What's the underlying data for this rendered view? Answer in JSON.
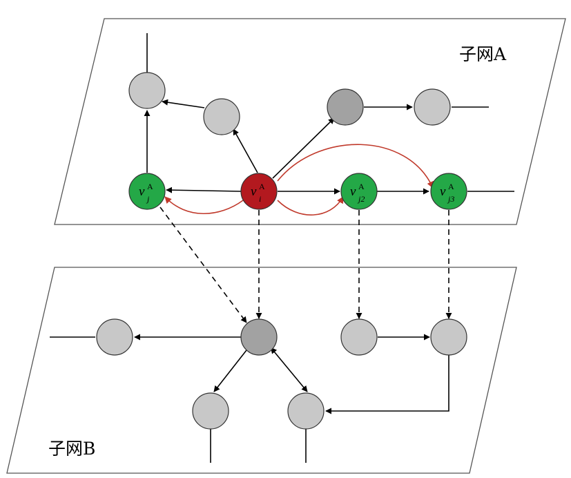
{
  "subnets": [
    {
      "id": "A",
      "label": "子网A"
    },
    {
      "id": "B",
      "label": "子网B"
    }
  ],
  "colors": {
    "plane_stroke": "#555555",
    "node_light": "#c8c8c8",
    "node_dark": "#a2a2a2",
    "node_green": "#24a847",
    "node_red": "#b3191f",
    "edge_black": "#000000",
    "edge_red": "#c0392b"
  },
  "labeled_nodes": [
    {
      "id": "vj",
      "main": "v",
      "sup": "A",
      "sub": "j"
    },
    {
      "id": "vi",
      "main": "v",
      "sup": "A",
      "sub": "i"
    },
    {
      "id": "vj2",
      "main": "v",
      "sup": "A",
      "sub": "j2"
    },
    {
      "id": "vj3",
      "main": "v",
      "sup": "A",
      "sub": "j3"
    }
  ]
}
